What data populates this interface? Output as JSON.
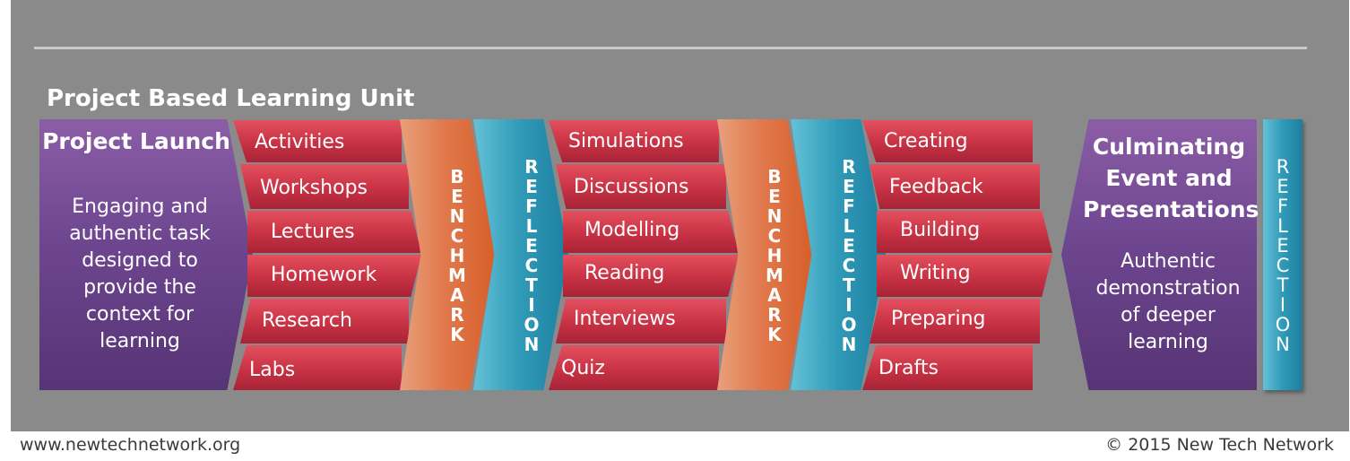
{
  "header": {
    "unit_title": "Project Based Learning Unit"
  },
  "launch": {
    "title": "Project Launch",
    "description": "Engaging and authentic task designed to provide the context for learning"
  },
  "column1": {
    "items": [
      "Activities",
      "Workshops",
      "Lectures",
      "Homework",
      "Research",
      "Labs"
    ]
  },
  "column2": {
    "items": [
      "Simulations",
      "Discussions",
      "Modelling",
      "Reading",
      "Interviews",
      "Quiz"
    ]
  },
  "column3": {
    "items": [
      "Creating",
      "Feedback",
      "Building",
      "Writing",
      "Preparing",
      "Drafts"
    ]
  },
  "benchmark_label": "BENCHMARK",
  "reflection_label": "REFLECTION",
  "culminating": {
    "title": "Culminating Event and Presentations",
    "description": "Authentic demonstration of deeper learning"
  },
  "footer": {
    "website": "www.newtechnetwork.org",
    "copyright": "©  2015 New Tech Network"
  },
  "colors": {
    "background": "#8a8a8a",
    "launch": "#6e4690",
    "activity_rows": "#c73244",
    "benchmark": "#e17a4e",
    "reflection": "#2f9ab7"
  }
}
